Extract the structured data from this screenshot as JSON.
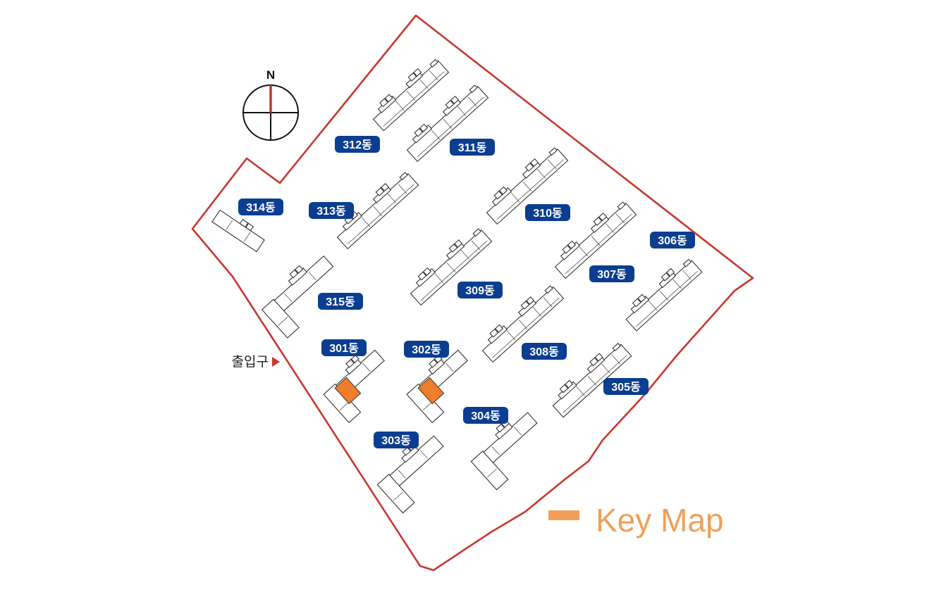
{
  "compass": {
    "north_label": "N"
  },
  "entrance": {
    "label": "출입구"
  },
  "legend": {
    "label": "Key Map",
    "color": "#f0a05a"
  },
  "colors": {
    "boundary": "#c8372d",
    "label_bg": "#0b3d91",
    "label_text": "#ffffff",
    "highlight_unit": "#f07d2a",
    "north_needle": "#c8372d"
  },
  "buildings": [
    {
      "id": "312",
      "label": "312동",
      "highlighted": false
    },
    {
      "id": "311",
      "label": "311동",
      "highlighted": false
    },
    {
      "id": "314",
      "label": "314동",
      "highlighted": false
    },
    {
      "id": "313",
      "label": "313동",
      "highlighted": false
    },
    {
      "id": "310",
      "label": "310동",
      "highlighted": false
    },
    {
      "id": "306",
      "label": "306동",
      "highlighted": false
    },
    {
      "id": "307",
      "label": "307동",
      "highlighted": false
    },
    {
      "id": "315",
      "label": "315동",
      "highlighted": false
    },
    {
      "id": "309",
      "label": "309동",
      "highlighted": false
    },
    {
      "id": "301",
      "label": "301동",
      "highlighted": true
    },
    {
      "id": "302",
      "label": "302동",
      "highlighted": true
    },
    {
      "id": "308",
      "label": "308동",
      "highlighted": false
    },
    {
      "id": "305",
      "label": "305동",
      "highlighted": false
    },
    {
      "id": "304",
      "label": "304동",
      "highlighted": false
    },
    {
      "id": "303",
      "label": "303동",
      "highlighted": false
    }
  ]
}
